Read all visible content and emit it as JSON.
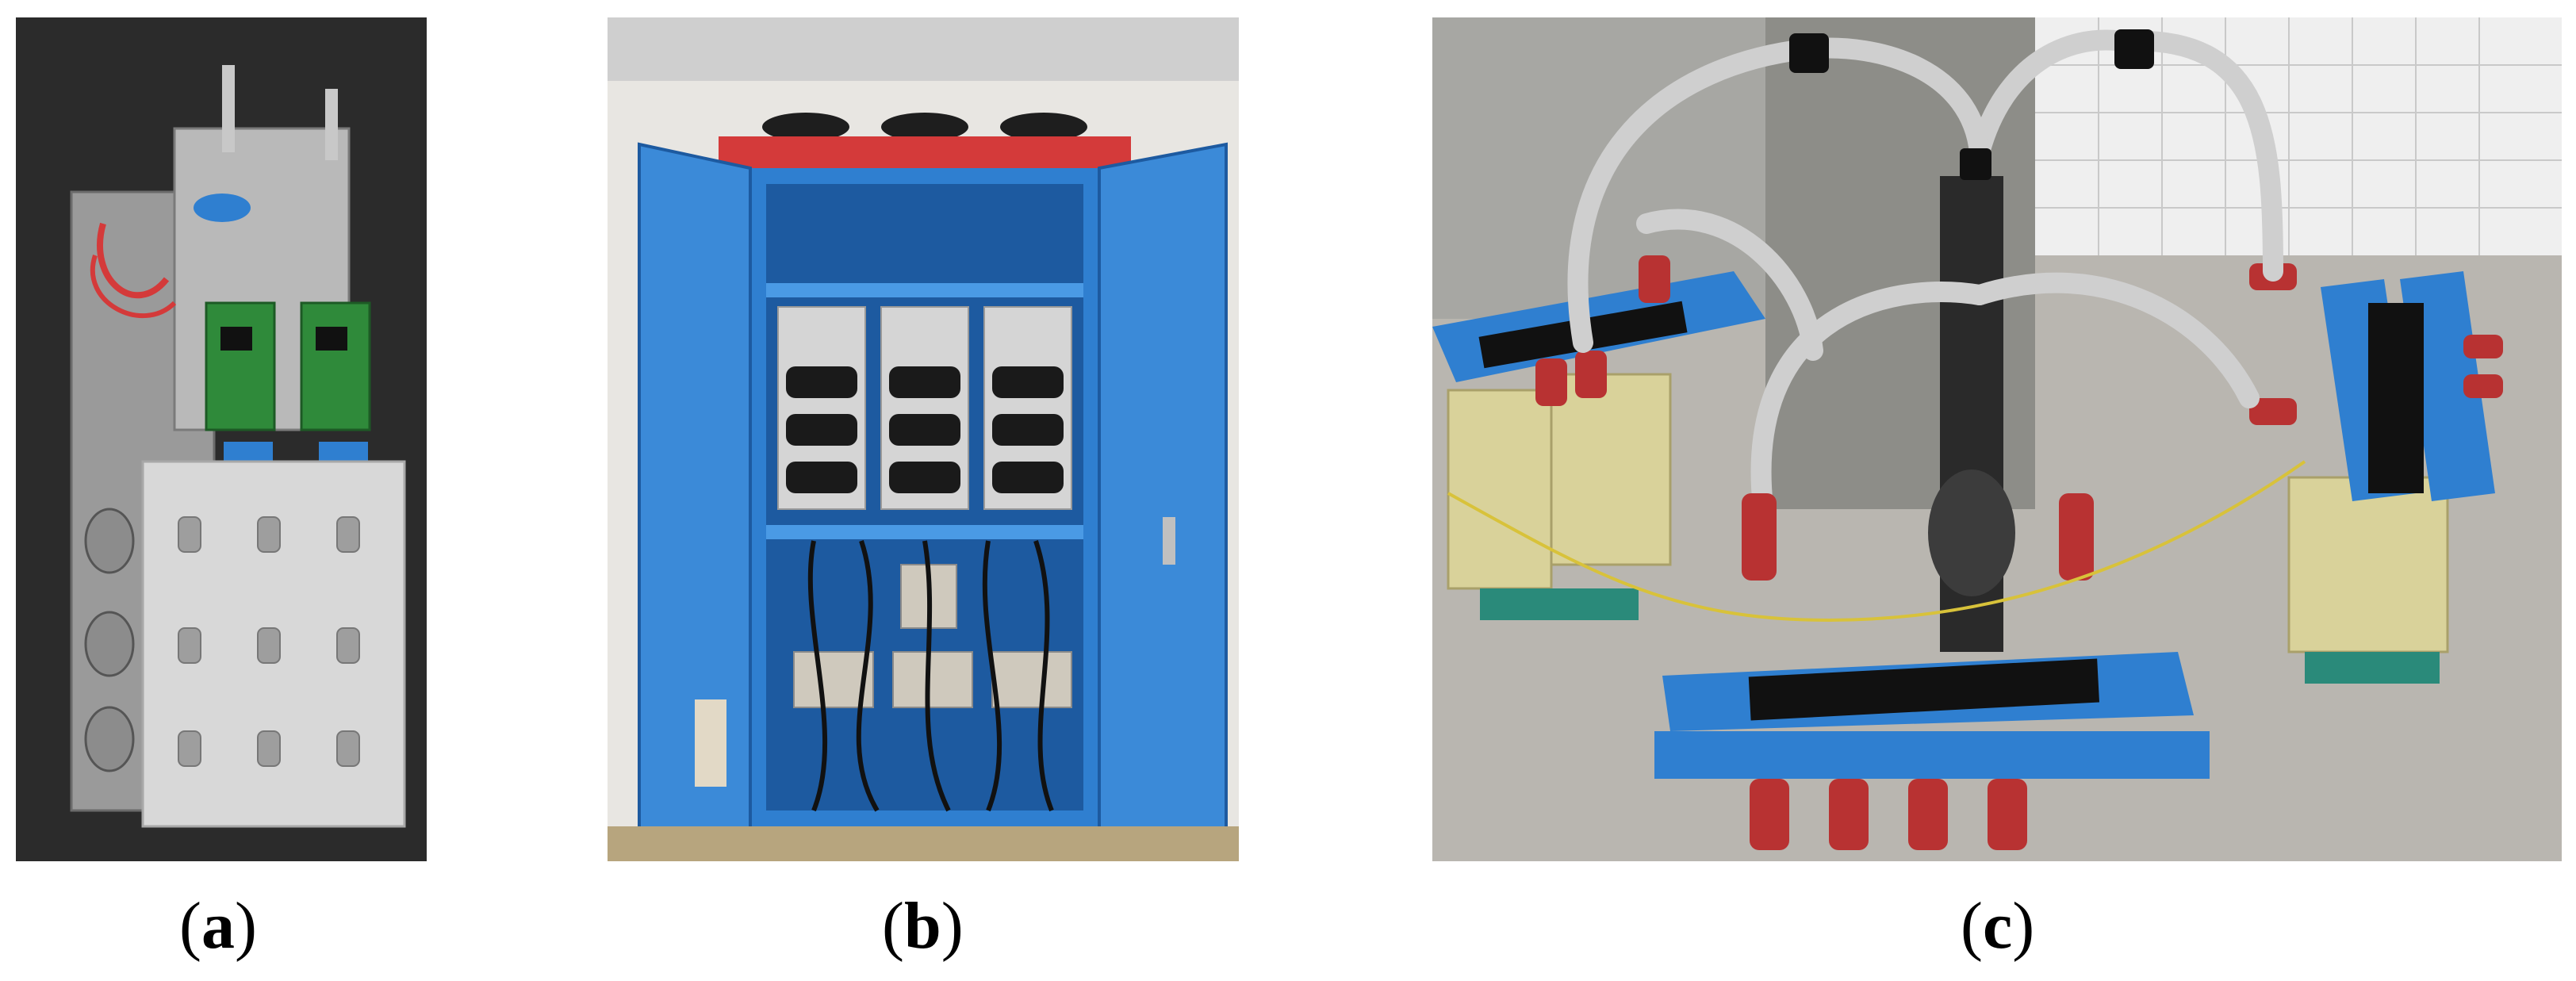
{
  "panels": [
    {
      "id": "a",
      "letter": "a",
      "open": "(",
      "close": ")"
    },
    {
      "id": "b",
      "letter": "b",
      "open": "(",
      "close": ")"
    },
    {
      "id": "c",
      "letter": "c",
      "open": "(",
      "close": ")"
    }
  ],
  "colors": {
    "cabinet_blue": "#2f7fd0",
    "frame_red": "#d43a3a",
    "insulator_red": "#b83232",
    "coil_yellow": "#d9d29a",
    "panel_gray": "#d8d8d8",
    "background_dark": "#2b2b2b",
    "floor_gray": "#b9b6b0"
  }
}
